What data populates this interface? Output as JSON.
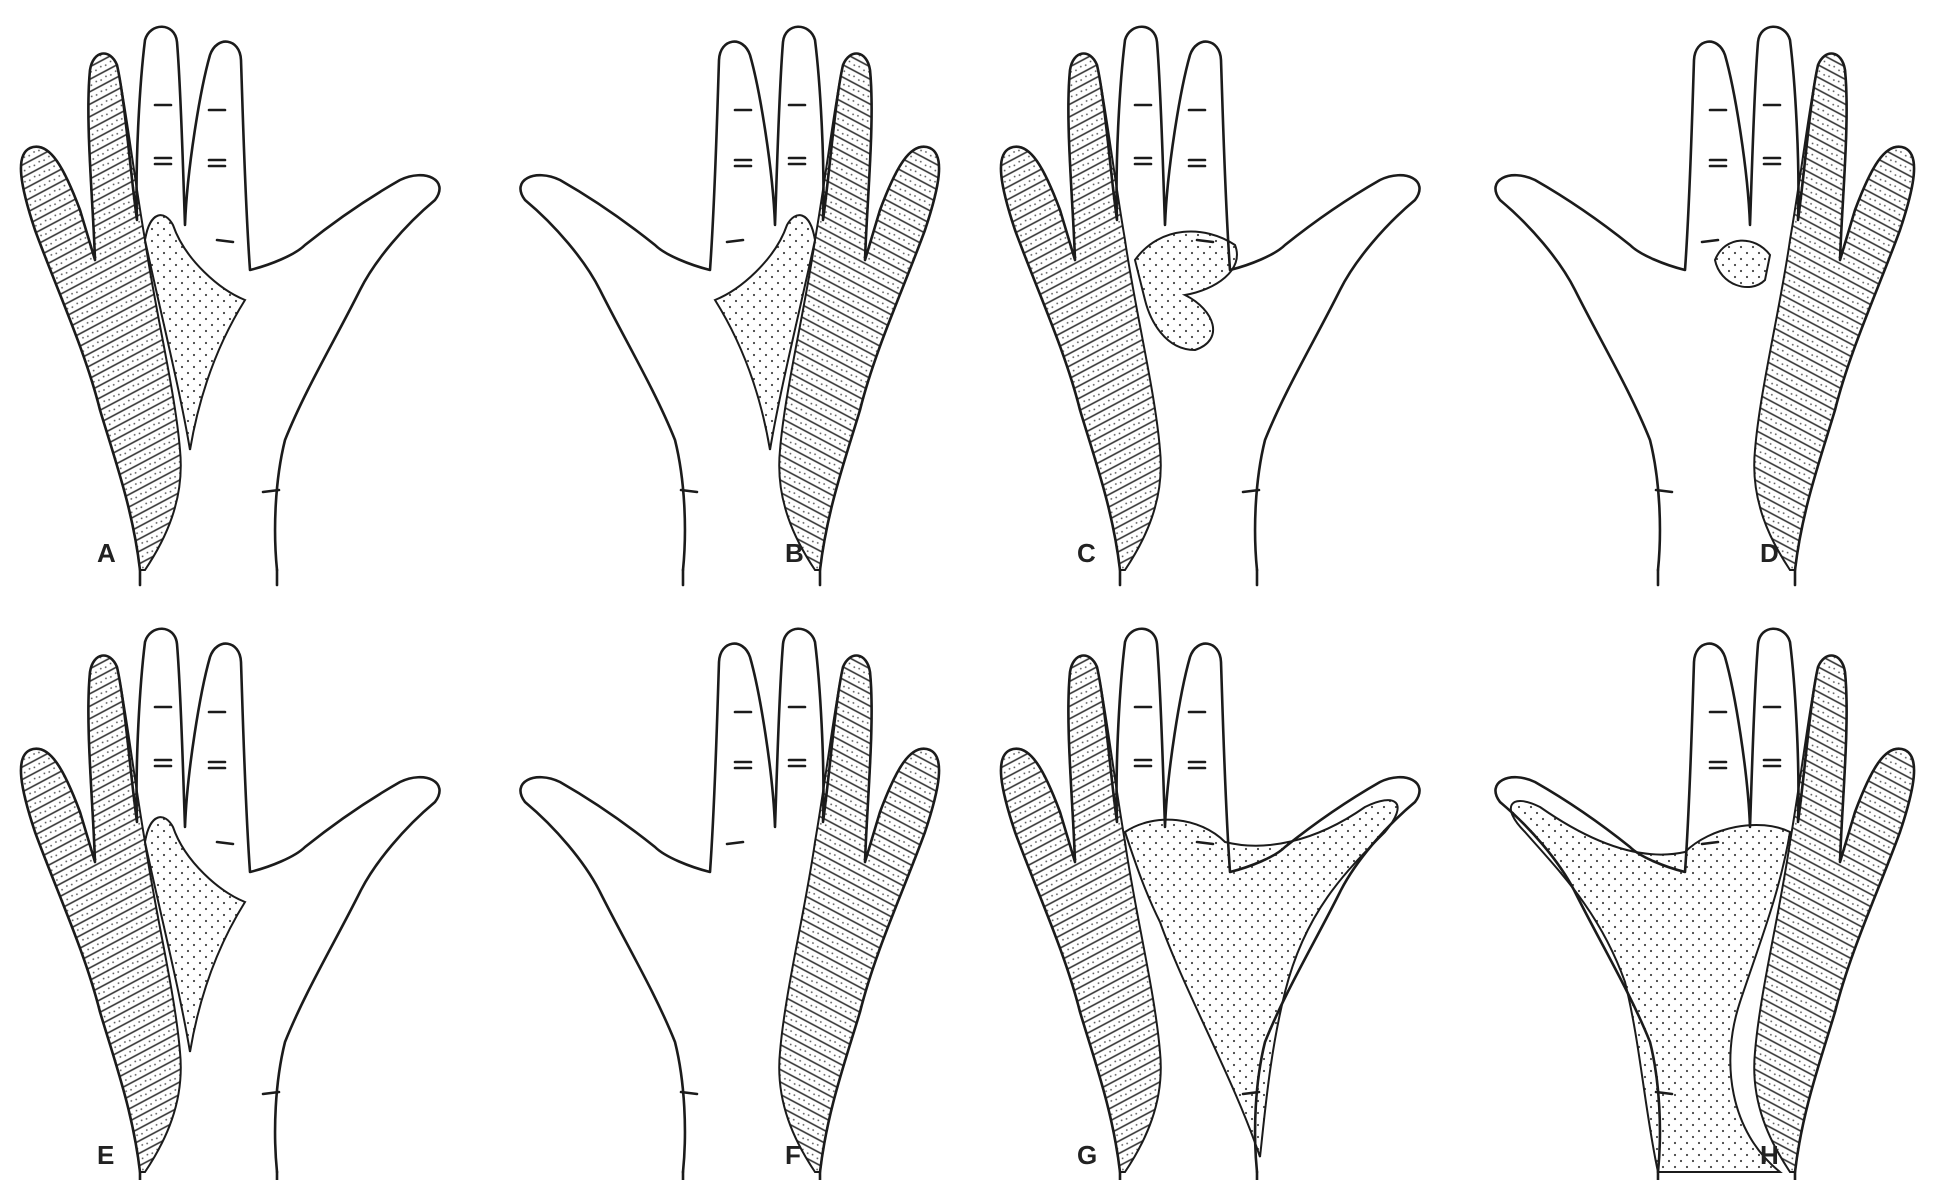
{
  "panels": [
    {
      "label": "A",
      "hand": "right",
      "ulnar": "hatched",
      "median": "dotted-narrow"
    },
    {
      "label": "B",
      "hand": "left",
      "ulnar": "hatched",
      "median": "dotted-narrow"
    },
    {
      "label": "C",
      "hand": "right",
      "ulnar": "hatched",
      "median": "dotted-blob"
    },
    {
      "label": "D",
      "hand": "left",
      "ulnar": "hatched",
      "median": "dotted-small"
    },
    {
      "label": "E",
      "hand": "right",
      "ulnar": "hatched",
      "median": "dotted-narrow"
    },
    {
      "label": "F",
      "hand": "left",
      "ulnar": "hatched",
      "median": "none"
    },
    {
      "label": "G",
      "hand": "right",
      "ulnar": "hatched",
      "median": "dotted-thenar"
    },
    {
      "label": "H",
      "hand": "left",
      "ulnar": "hatched",
      "median": "dotted-wide"
    }
  ],
  "colors": {
    "ink": "#1b1b1b",
    "paper": "#ffffff",
    "hatch": "#333333",
    "dot": "#444444"
  }
}
